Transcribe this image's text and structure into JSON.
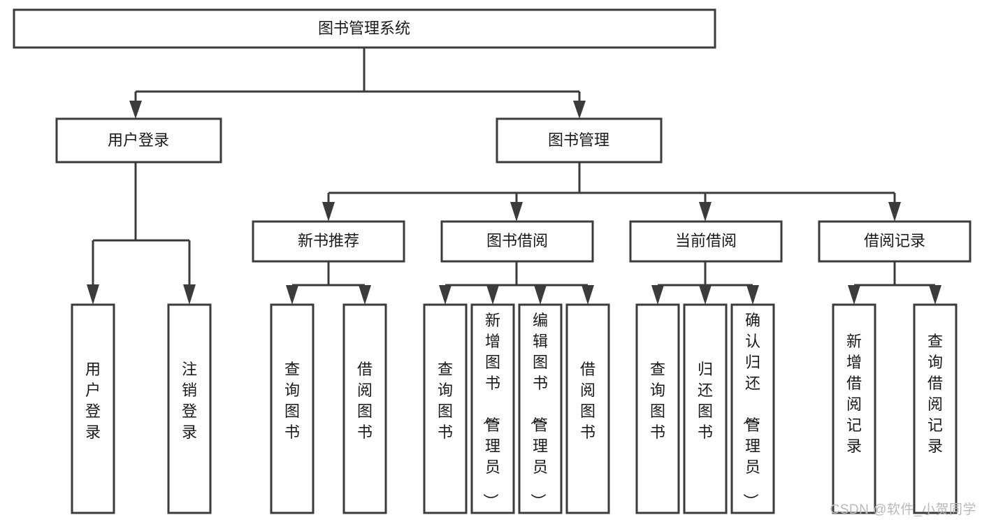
{
  "diagram": {
    "type": "tree-hierarchy",
    "title": "图书管理系统",
    "watermark": "CSDN @软件_小贺同学",
    "colors": {
      "stroke": "#3b3b3b",
      "fill": "#ffffff",
      "text": "#1a1a1a",
      "watermark": "#b9b9b9",
      "background": "#ffffff"
    },
    "levels": {
      "root": {
        "label": "图书管理系统"
      },
      "level2": [
        {
          "label": "用户登录"
        },
        {
          "label": "图书管理"
        }
      ],
      "level3": [
        {
          "label": "新书推荐"
        },
        {
          "label": "图书借阅"
        },
        {
          "label": "当前借阅"
        },
        {
          "label": "借阅记录"
        }
      ]
    },
    "groups": [
      {
        "parent": "用户登录",
        "leaves": [
          {
            "label": "用户登录"
          },
          {
            "label": "注销登录"
          }
        ]
      },
      {
        "parent": "新书推荐",
        "leaves": [
          {
            "label": "查询图书"
          },
          {
            "label": "借阅图书"
          }
        ]
      },
      {
        "parent": "图书借阅",
        "leaves": [
          {
            "label": "查询图书"
          },
          {
            "label": "新增图书（管理员）"
          },
          {
            "label": "编辑图书（管理员）"
          },
          {
            "label": "借阅图书"
          }
        ]
      },
      {
        "parent": "当前借阅",
        "leaves": [
          {
            "label": "查询图书"
          },
          {
            "label": "归还图书"
          },
          {
            "label": "确认归还（管理员）"
          }
        ]
      },
      {
        "parent": "借阅记录",
        "leaves": [
          {
            "label": "新增借阅记录"
          },
          {
            "label": "查询借阅记录"
          }
        ]
      }
    ]
  }
}
